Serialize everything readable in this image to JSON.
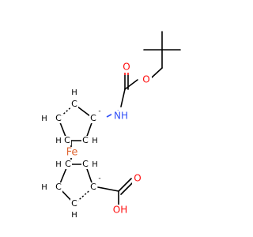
{
  "atoms": {
    "iron": "Fe",
    "oxygen": "O",
    "nitrogen_h": "NH",
    "carbon": "C",
    "hydrogen": "H",
    "hydroxyl": "OH",
    "minus": "-"
  },
  "colors": {
    "carbon": "#000000",
    "oxygen": "#ff0d0d",
    "nitrogen": "#3050f8",
    "iron": "#e06633"
  }
}
